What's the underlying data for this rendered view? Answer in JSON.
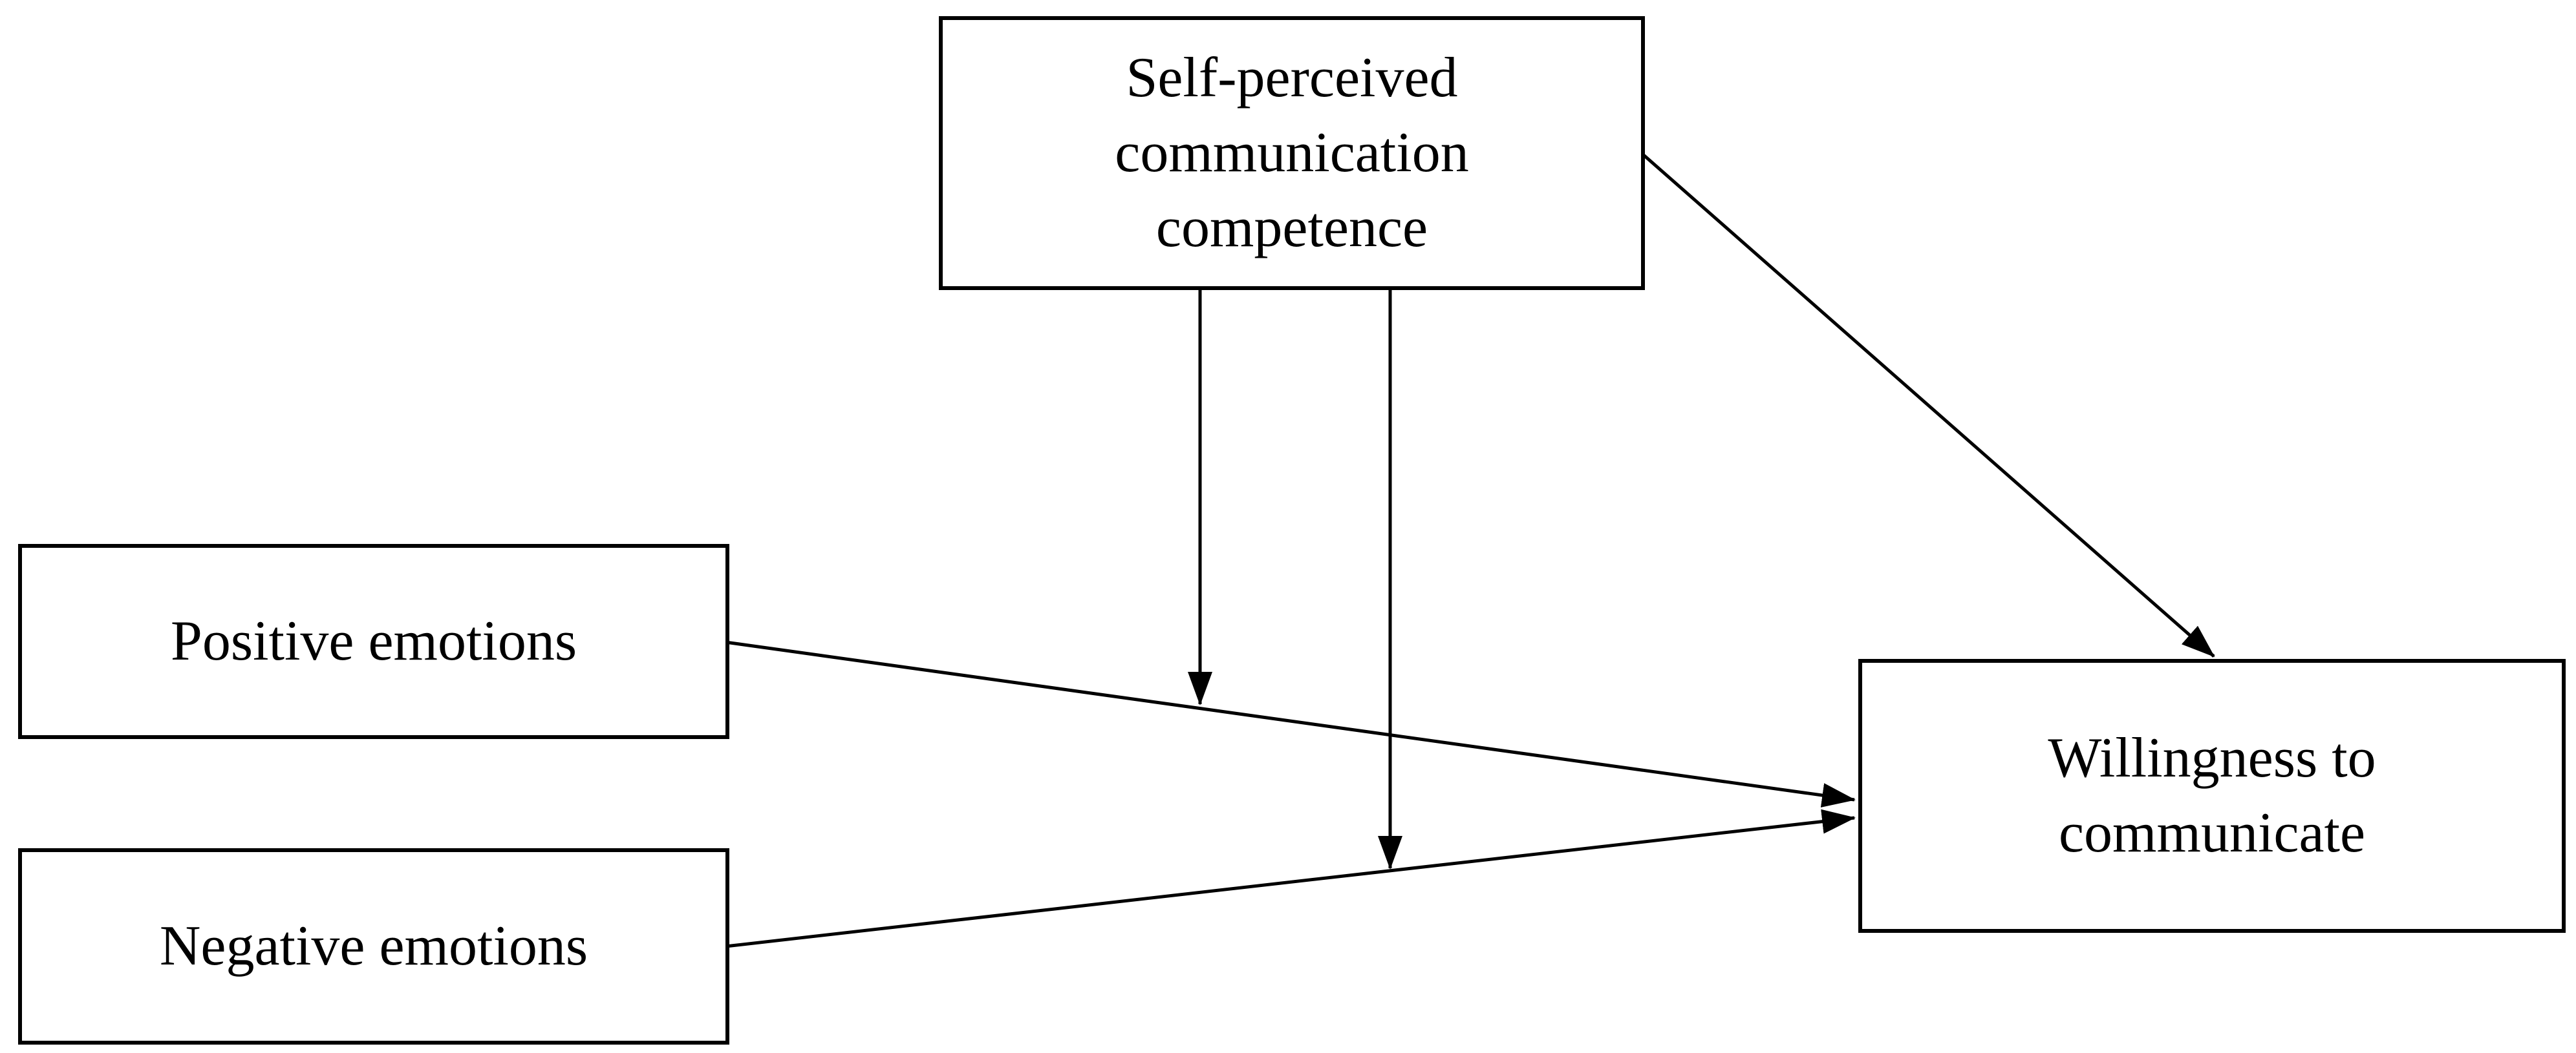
{
  "figure": {
    "type": "path-model-diagram",
    "background_color": "#ffffff",
    "stroke_color": "#000000",
    "nodes": {
      "spcc": {
        "label": "Self-perceived communication competence",
        "line1": "Self-perceived",
        "line2": "communication",
        "line3": "competence"
      },
      "positive": {
        "label": "Positive emotions"
      },
      "negative": {
        "label": "Negative emotions"
      },
      "wtc": {
        "label": "Willingness to communicate",
        "line1": "Willingness to",
        "line2": "communicate"
      }
    },
    "edges": [
      {
        "from": "Self-perceived communication competence",
        "to": "Willingness to communicate",
        "style": "straight arrow"
      },
      {
        "from": "Positive emotions",
        "to": "Willingness to communicate",
        "style": "straight arrow"
      },
      {
        "from": "Negative emotions",
        "to": "Willingness to communicate",
        "style": "straight arrow"
      },
      {
        "from": "Self-perceived communication competence",
        "to": "path: Positive emotions to Willingness to communicate",
        "style": "vertical moderation arrow"
      },
      {
        "from": "Self-perceived communication competence",
        "to": "path: Negative emotions to Willingness to communicate",
        "style": "vertical moderation arrow"
      }
    ]
  }
}
